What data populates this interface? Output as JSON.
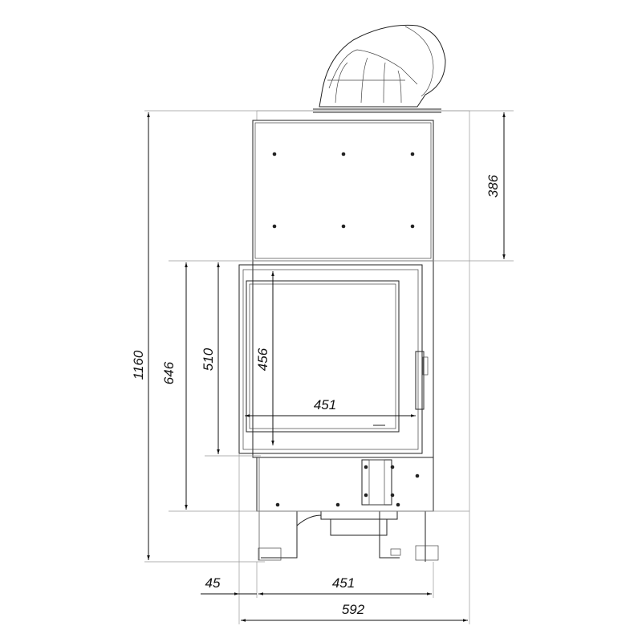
{
  "drawing": {
    "title": "Fireplace insert front view with dimensions",
    "dimensions": {
      "total_height": "1160",
      "height_to_top_of_door": "646",
      "door_height": "510",
      "glass_height": "456",
      "glass_width": "451",
      "top_section_height": "386",
      "left_offset": "45",
      "body_width": "451",
      "total_width": "592"
    },
    "units": "mm"
  }
}
